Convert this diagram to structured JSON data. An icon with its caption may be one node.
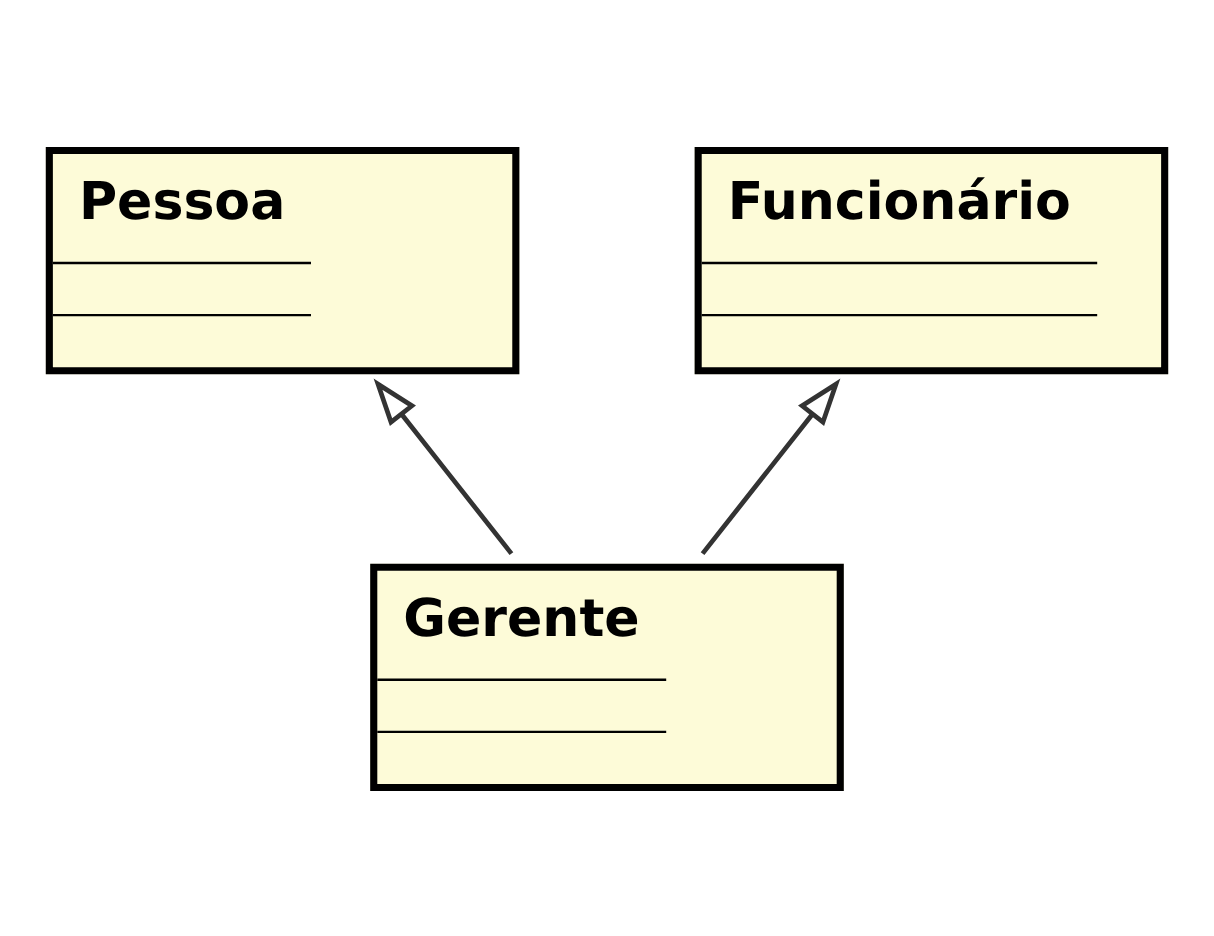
{
  "diagram": {
    "nodes": [
      {
        "text": [
          "Pessoa"
        ]
      },
      {
        "text": [
          "Funcionário"
        ]
      },
      {
        "text": [
          "Gerente"
        ]
      }
    ],
    "edges": [
      {
        "from": 2,
        "to": 0,
        "arrow": "to"
      },
      {
        "from": 2,
        "to": 1,
        "arrow": "to"
      }
    ]
  }
}
